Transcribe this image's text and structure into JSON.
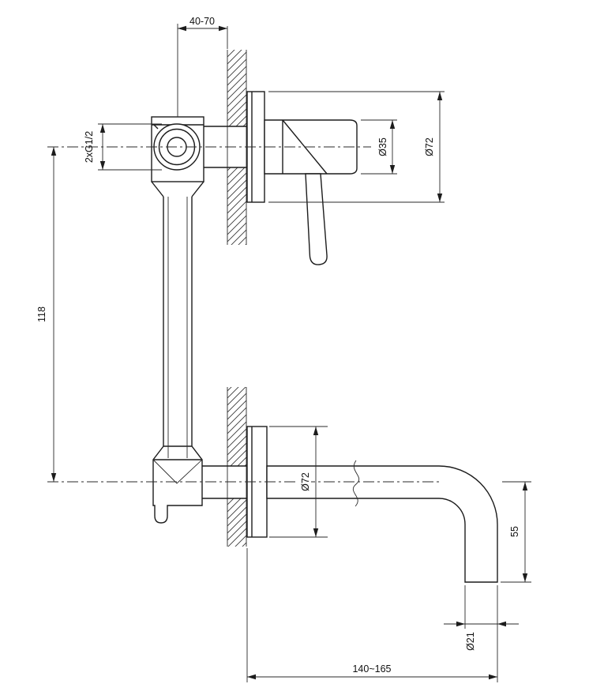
{
  "drawing": {
    "type": "technical-installation-drawing",
    "subject": "wall-mounted basin mixer with concealed body and swivel spout",
    "line_color": "#1c1c1c",
    "background": "#ffffff",
    "dimensions": {
      "wall_offset": "40-70",
      "thread": "2xG1/2",
      "body_dia": "Ø35",
      "escutcheon_top_dia": "Ø72",
      "center_distance": "118",
      "escutcheon_bottom_dia": "Ø72",
      "spout_drop": "55",
      "spout_dia": "Ø21",
      "spout_reach": "140~165"
    }
  }
}
